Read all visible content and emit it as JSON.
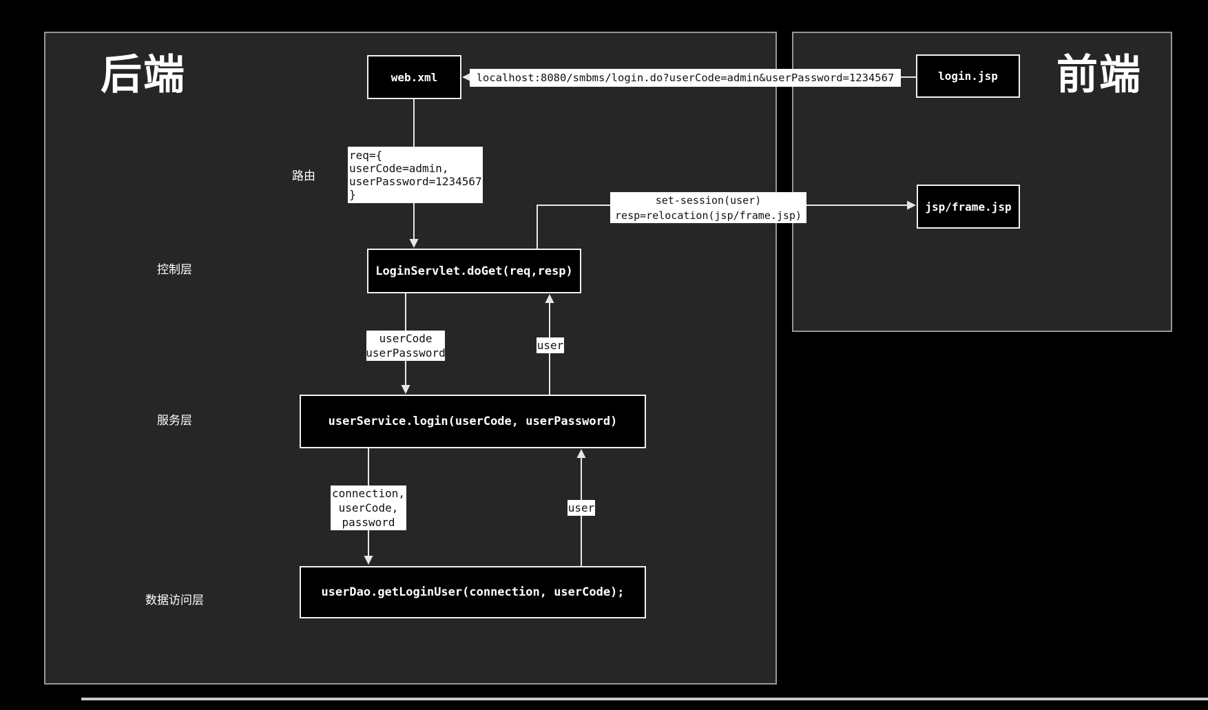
{
  "panels": {
    "backend": {
      "title": "后端",
      "layers": {
        "routing": "路由",
        "controller": "控制层",
        "service": "服务层",
        "dao": "数据访问层"
      }
    },
    "frontend": {
      "title": "前端"
    }
  },
  "nodes": {
    "web_xml": {
      "label": "web.xml"
    },
    "login_jsp": {
      "label": "login.jsp"
    },
    "frame_jsp": {
      "label": "jsp/frame.jsp"
    },
    "login_servlet": {
      "label": "LoginServlet.doGet(req,resp)"
    },
    "user_service": {
      "label": "userService.login(userCode, userPassword)"
    },
    "user_dao": {
      "label": "userDao.getLoginUser(connection, userCode);"
    }
  },
  "edge_labels": {
    "request_url": "localhost:8080/smbms/login.do?userCode=admin&userPassword=1234567",
    "req_object": {
      "line1": "req={",
      "line2": "userCode=admin,",
      "line3": "userPassword=1234567",
      "line4": "}"
    },
    "session": {
      "line1": "set-session(user)",
      "line2": "resp=relocation(jsp/frame.jsp)"
    },
    "credentials": {
      "line1": "userCode",
      "line2": "userPassword"
    },
    "user_to_servlet": "user",
    "dao_params": {
      "line1": "connection,",
      "line2": "userCode,",
      "line3": "password"
    },
    "user_to_service": "user"
  },
  "colors": {
    "canvas_bg": "#000000",
    "panel_bg": "#262626",
    "panel_border": "#979797",
    "node_bg": "#000000",
    "node_border": "#f2f2f2",
    "node_text": "#ffffff",
    "label_bg": "#ffffff",
    "label_text": "#111111",
    "connector": "#e8e8e8",
    "title_text": "#ffffff"
  }
}
